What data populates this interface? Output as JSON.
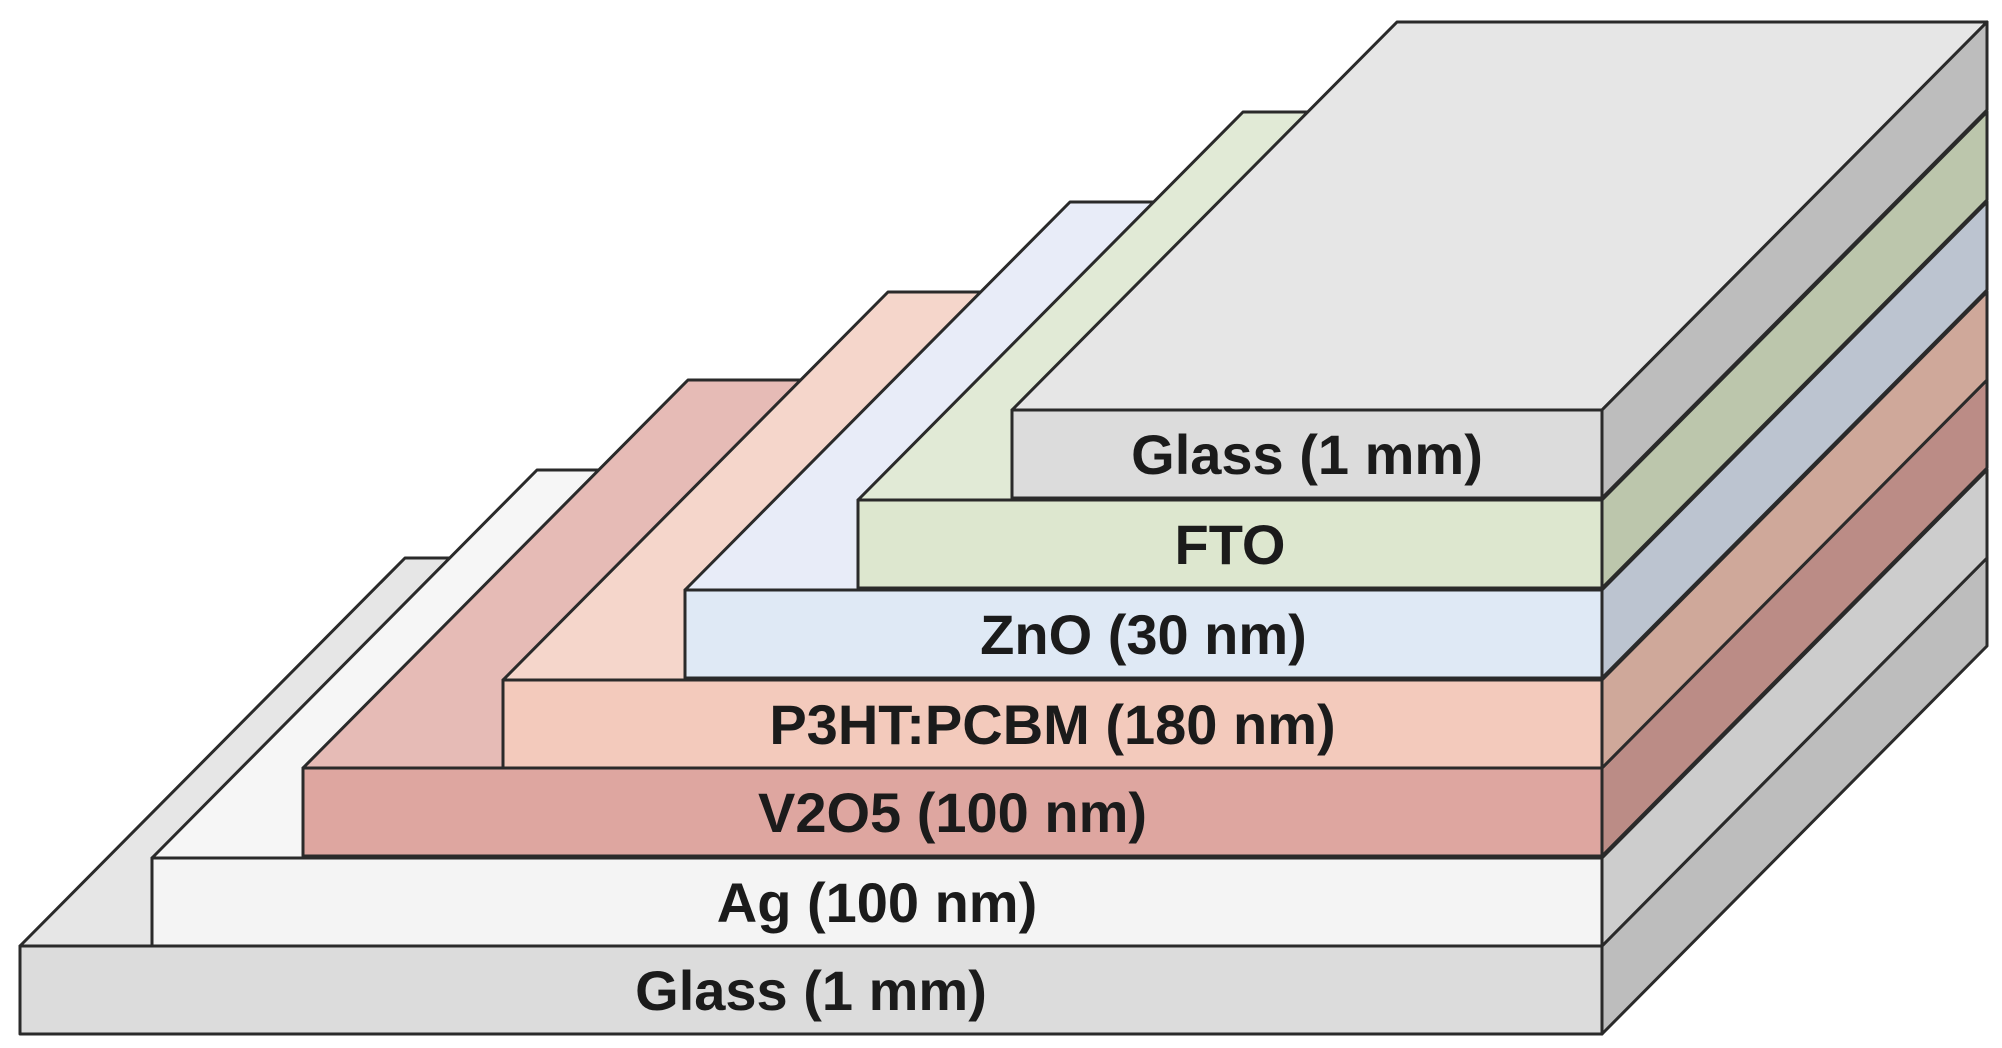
{
  "layers": [
    {
      "label": "Glass (1 mm)",
      "colors": {
        "front": "#dcdcdc",
        "top": "#e6e6e6",
        "side": "#bdbdbd"
      }
    },
    {
      "label": "Ag (100 nm)",
      "colors": {
        "front": "#f4f4f4",
        "top": "#f6f6f6",
        "side": "#cdcdcd"
      }
    },
    {
      "label": "V2O5 (100 nm)",
      "colors": {
        "front": "#dea6a0",
        "top": "#e6bbb6",
        "side": "#bb8c86"
      }
    },
    {
      "label": "P3HT:PCBM (180 nm)",
      "colors": {
        "front": "#f3cabc",
        "top": "#f5d6cb",
        "side": "#cfa89a"
      }
    },
    {
      "label": "ZnO (30 nm)",
      "colors": {
        "front": "#dfe9f5",
        "top": "#e8ecf8",
        "side": "#bcc4d0"
      }
    },
    {
      "label": "FTO",
      "colors": {
        "front": "#dde7cf",
        "top": "#e1ead6",
        "side": "#bcc6ac"
      }
    },
    {
      "label": "Glass (1 mm)",
      "colors": {
        "front": "#dcdcdc",
        "top": "#e6e6e6",
        "side": "#bdbdbd"
      }
    }
  ],
  "colors": {
    "outline": "#2a2a2a",
    "text": "#1b1b1b"
  }
}
